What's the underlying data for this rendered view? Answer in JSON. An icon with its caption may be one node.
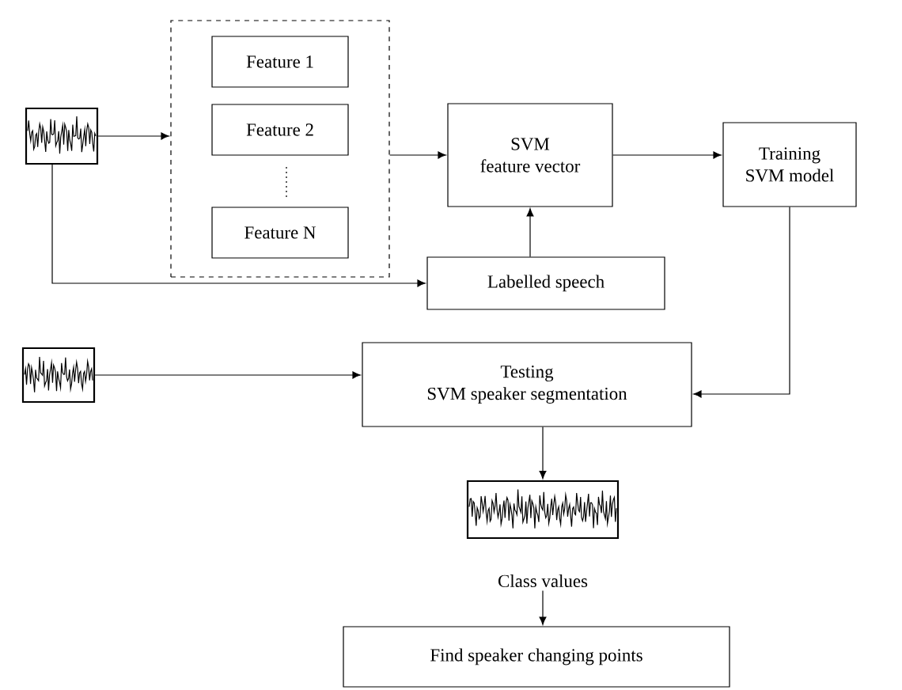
{
  "diagram": {
    "nodes": [
      {
        "text": [],
        "shape": "picture"
      },
      {
        "text": [],
        "shape": "box"
      },
      {
        "text": [
          "Feature 1"
        ],
        "in": 1
      },
      {
        "text": [
          "Feature 2"
        ],
        "in": 1
      },
      {
        "text": [
          "Feature N"
        ],
        "in": 1
      },
      {
        "text": [
          "SVM",
          "feature vector"
        ]
      },
      {
        "text": [
          "Training",
          "SVM model"
        ]
      },
      {
        "text": [
          "Labelled speech"
        ]
      },
      {
        "text": [],
        "shape": "picture"
      },
      {
        "text": [
          "Testing",
          "SVM speaker segmentation"
        ]
      },
      {
        "text": [],
        "shape": "picture"
      },
      {
        "text": [
          "Class values"
        ]
      },
      {
        "text": [
          "Find speaker changing points"
        ]
      }
    ],
    "edges": [
      {
        "from": 0,
        "to": 1,
        "arrow": "to"
      },
      {
        "from": 1,
        "to": 5,
        "arrow": "to"
      },
      {
        "from": 0,
        "to": 7,
        "arrow": "to"
      },
      {
        "from": 7,
        "to": 5,
        "arrow": "to"
      },
      {
        "from": 5,
        "to": 6,
        "arrow": "to"
      },
      {
        "from": 6,
        "to": 9,
        "arrow": "to"
      },
      {
        "from": 8,
        "to": 9,
        "arrow": "to"
      },
      {
        "from": 9,
        "to": 10,
        "arrow": "to"
      },
      {
        "from": 11,
        "to": 12,
        "arrow": "to"
      }
    ]
  }
}
